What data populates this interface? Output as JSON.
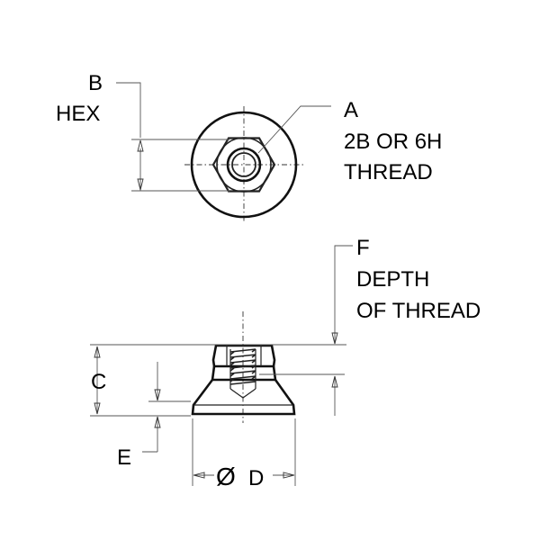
{
  "labels": {
    "hex_letter": "B",
    "hex_word": "HEX",
    "thread_letter": "A",
    "thread_spec": "2B OR 6H",
    "thread_word": "THREAD",
    "depth_letter": "F",
    "depth_line1": "DEPTH",
    "depth_line2": "OF THREAD",
    "height_letter": "C",
    "base_letter": "E",
    "diameter_symbol": "Ø",
    "diameter_letter": "D"
  },
  "colors": {
    "line": "#222222",
    "background": "#ffffff"
  }
}
